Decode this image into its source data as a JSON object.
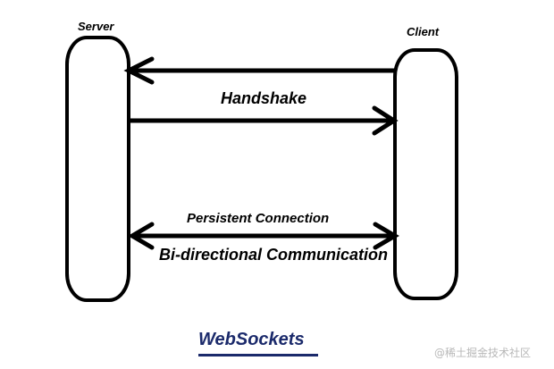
{
  "nodes": {
    "server": {
      "label": "Server"
    },
    "client": {
      "label": "Client"
    }
  },
  "edges": {
    "handshake": {
      "label": "Handshake"
    },
    "persistent": {
      "label": "Persistent Connection"
    },
    "bidirectional": {
      "label": "Bi-directional Communication"
    }
  },
  "title": "WebSockets",
  "watermark": "@稀土掘金技术社区",
  "colors": {
    "stroke": "#000000",
    "title": "#1b2a6b",
    "watermark": "#b8b8b8"
  }
}
